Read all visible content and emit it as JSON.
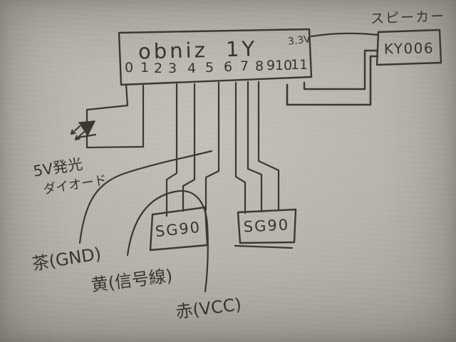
{
  "board": {
    "title": "obniz 1Y",
    "voltage": "3.3V",
    "pins": [
      "0",
      "1",
      "2",
      "3",
      "4",
      "5",
      "6",
      "7",
      "8",
      "9",
      "10",
      "11"
    ]
  },
  "speaker": {
    "caption": "スピーカー",
    "module": "KY006"
  },
  "led": {
    "caption_line1": "5V発光",
    "caption_line2": "ダイオード"
  },
  "servo1": {
    "model": "SG90"
  },
  "servo2": {
    "model": "SG90"
  },
  "legend": {
    "brown_gnd": "茶(GND)",
    "yellow_signal": "黄(信号線)",
    "red_vcc": "赤(VCC)"
  },
  "colors": {
    "paper": "#b9b5af",
    "ink": "#3c372f"
  }
}
